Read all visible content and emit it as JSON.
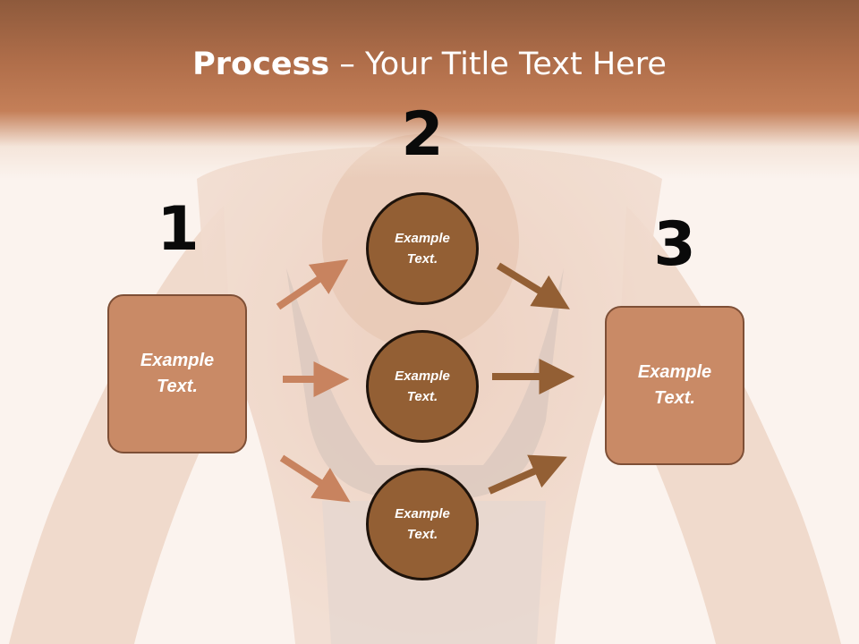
{
  "title": {
    "bold": "Process",
    "rest": " – Your Title Text Here"
  },
  "steps": {
    "one": {
      "number": "1",
      "text": "Example\nText."
    },
    "two": {
      "number": "2"
    },
    "three": {
      "number": "3",
      "text": "Example\nText."
    }
  },
  "circles": [
    {
      "text": "Example\nText."
    },
    {
      "text": "Example\nText."
    },
    {
      "text": "Example\nText."
    }
  ],
  "colors": {
    "header": "#b06e4a",
    "box_fill": "#c98a66",
    "circle_fill": "#935f34",
    "arrow_left": "#c8835f",
    "arrow_right": "#935f34"
  }
}
